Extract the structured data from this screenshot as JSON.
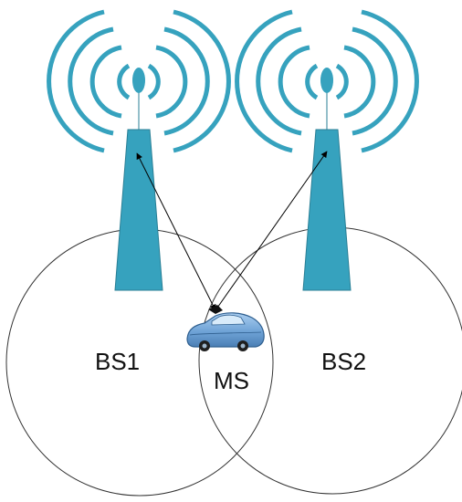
{
  "labels": {
    "bs1": "BS1",
    "bs2": "BS2",
    "ms": "MS"
  },
  "colors": {
    "tower": "#36a2be",
    "tower_dark": "#2a7f95",
    "car_body": "#6fa3d6",
    "car_outline": "#2f5f8f",
    "circle_stroke": "#333333",
    "line": "#000000"
  },
  "icons": {
    "tower_1": "cell-tower-icon",
    "tower_2": "cell-tower-icon",
    "vehicle": "car-icon"
  }
}
